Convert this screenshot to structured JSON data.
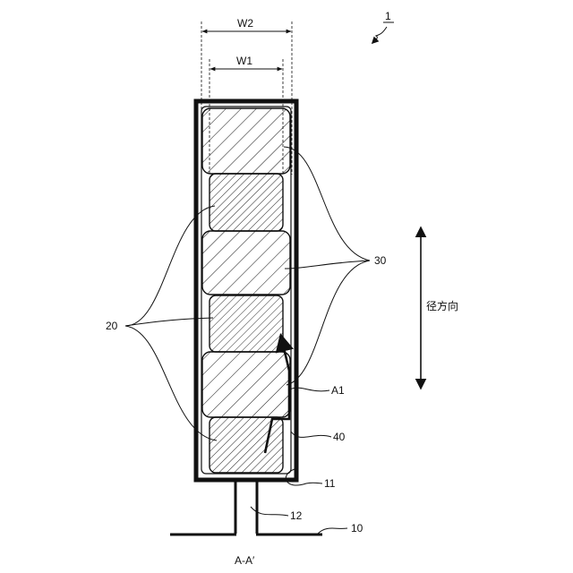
{
  "figure_number": "1",
  "section_label": "A-A′",
  "dimensions": {
    "w1": "W1",
    "w2": "W2"
  },
  "direction_label": "径方向",
  "labels": {
    "ref_10": "10",
    "ref_11": "11",
    "ref_12": "12",
    "ref_20": "20",
    "ref_30": "30",
    "ref_40": "40",
    "ref_a1": "A1"
  },
  "colors": {
    "line": "#111111",
    "background": "#ffffff"
  }
}
